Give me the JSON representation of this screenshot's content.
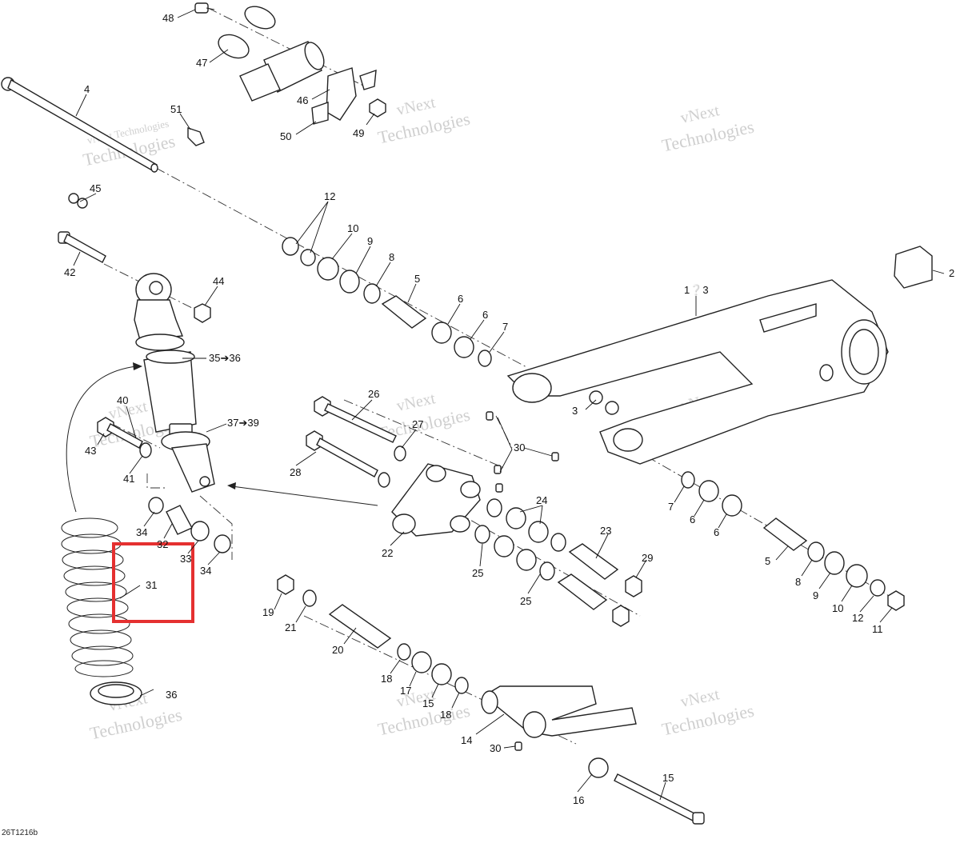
{
  "diagram_code": "26T1216b",
  "watermark": {
    "line1": "vNext Technologies",
    "line2": "vNext",
    "line3": "Technologies"
  },
  "highlight": {
    "color": "#e53030",
    "selected_callout": "31"
  },
  "callouts": {
    "c48": "48",
    "c47": "47",
    "c46": "46",
    "c50": "50",
    "c49": "49",
    "c4": "4",
    "c51": "51",
    "c45": "45",
    "c42": "42",
    "c44": "44",
    "c12a": "12",
    "c10a": "10",
    "c9a": "9",
    "c8a": "8",
    "c5a": "5",
    "c6a": "6",
    "c6b": "6",
    "c7a": "7",
    "c1_3": "1❔3",
    "c2": "2",
    "c35_36": "35➔36",
    "c40": "40",
    "c43": "43",
    "c41": "41",
    "c37_39": "37➔39",
    "c26": "26",
    "c27": "27",
    "c28": "28",
    "c30a": "30",
    "c3": "3",
    "c7b": "7",
    "c6c": "6",
    "c6d": "6",
    "c24": "24",
    "c34a": "34",
    "c32": "32",
    "c33": "33",
    "c34b": "34",
    "c31": "31",
    "c22": "22",
    "c25a": "25",
    "c25b": "25",
    "c23": "23",
    "c29": "29",
    "c5b": "5",
    "c8b": "8",
    "c9b": "9",
    "c10b": "10",
    "c12b": "12",
    "c11": "11",
    "c19": "19",
    "c21": "21",
    "c20": "20",
    "c18a": "18",
    "c17": "17",
    "c15a": "15",
    "c18b": "18",
    "c36": "36",
    "c14": "14",
    "c30b": "30",
    "c16": "16",
    "c15b": "15"
  }
}
